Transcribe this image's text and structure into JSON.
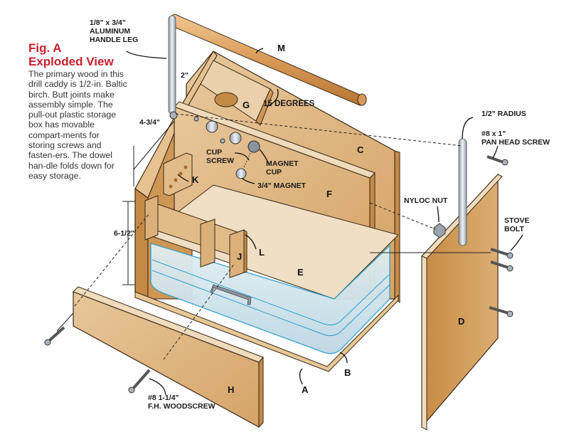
{
  "figure": {
    "title_line1": "Fig. A",
    "title_line2": "Exploded View",
    "description": "The primary wood in this drill caddy is 1/2-in. Baltic birch. Butt joints make assembly simple. The pull-out plastic storage box has movable compart-ments for storing screws and fasten-ers. The dowel han-dle folds down for easy storage.",
    "accent_color": "#c8202f"
  },
  "callouts": {
    "handle_leg": "1/8\" x 3/4\"\nALUMINUM\nHANDLE LEG",
    "radius": "1/2\" RADIUS",
    "pan_head_screw": "#8 x 1\"\nPAN HEAD SCREW",
    "degrees": "15 DEGREES",
    "two_inch": "2\"",
    "four_three_quarter": "4-3/4\"",
    "six_half": "6-1/2\"",
    "cup_screw": "CUP\nSCREW",
    "magnet_cup": "MAGNET\nCUP",
    "magnet": "3/4\" MAGNET",
    "nyloc_nut": "NYLOC NUT",
    "stove_bolt": "STOVE\nBOLT",
    "woodscrew": "#8 1-1/4\"\nF.H. WOODSCREW"
  },
  "parts": {
    "A": "A",
    "B": "B",
    "C": "C",
    "D": "D",
    "E": "E",
    "F": "F",
    "G": "G",
    "H": "H",
    "J": "J",
    "K": "K",
    "L": "L",
    "M": "M"
  },
  "colors": {
    "wood_light": "#e9cfa6",
    "wood_mid": "#d9ad73",
    "wood_dark": "#c48a45",
    "edge": "#3a2a18",
    "metal": "#b9c3cc",
    "plastic": "#cfe4ec",
    "plastic_line": "#2f9fd0"
  }
}
